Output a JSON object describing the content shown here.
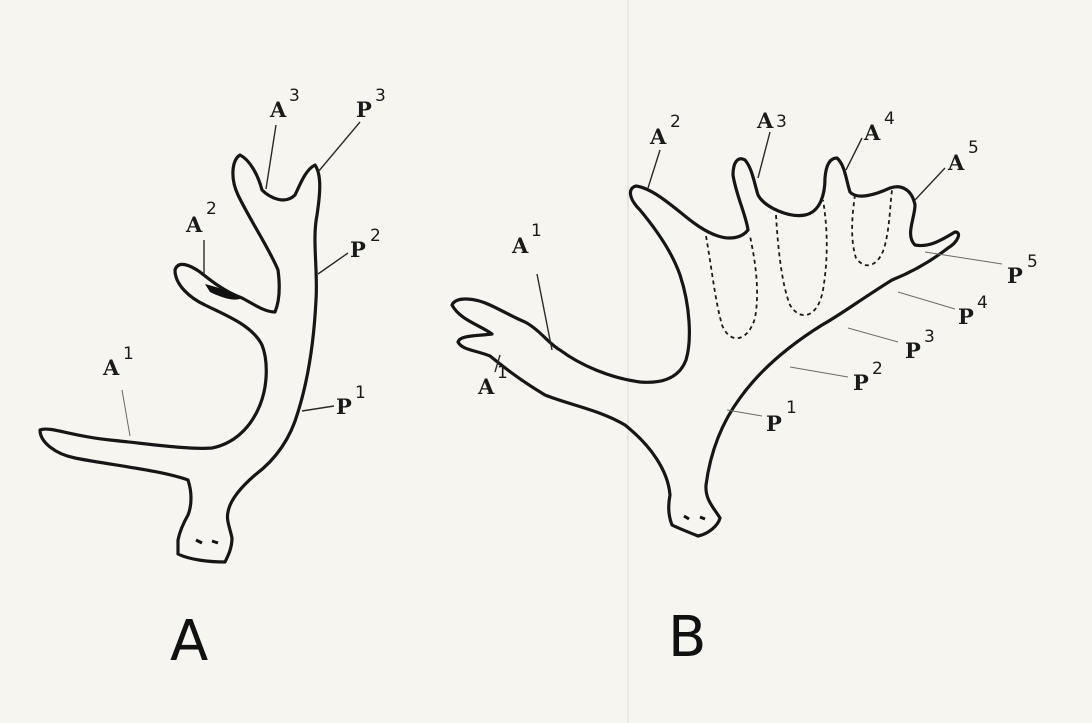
{
  "figure_A": {
    "panel_label": "A",
    "labels": {
      "A1": {
        "base": "A",
        "sup": "1"
      },
      "A2": {
        "base": "A",
        "sup": "2"
      },
      "A3": {
        "base": "A",
        "sup": "3"
      },
      "P1": {
        "base": "P",
        "sup": "1"
      },
      "P2": {
        "base": "P",
        "sup": "2"
      },
      "P3": {
        "base": "P",
        "sup": "3"
      }
    }
  },
  "figure_B": {
    "panel_label": "B",
    "labels": {
      "A1_upper": {
        "base": "A",
        "sup": "1"
      },
      "A1_lower": {
        "base": "A",
        "sup": "1"
      },
      "A2": {
        "base": "A",
        "sup": "2"
      },
      "A3": {
        "base": "A",
        "sup": "3"
      },
      "A4": {
        "base": "A",
        "sup": "4"
      },
      "A5": {
        "base": "A",
        "sup": "5"
      },
      "P1": {
        "base": "P",
        "sup": "1"
      },
      "P2": {
        "base": "P",
        "sup": "2"
      },
      "P3": {
        "base": "P",
        "sup": "3"
      },
      "P4": {
        "base": "P",
        "sup": "4"
      },
      "P5": {
        "base": "P",
        "sup": "5"
      }
    }
  }
}
